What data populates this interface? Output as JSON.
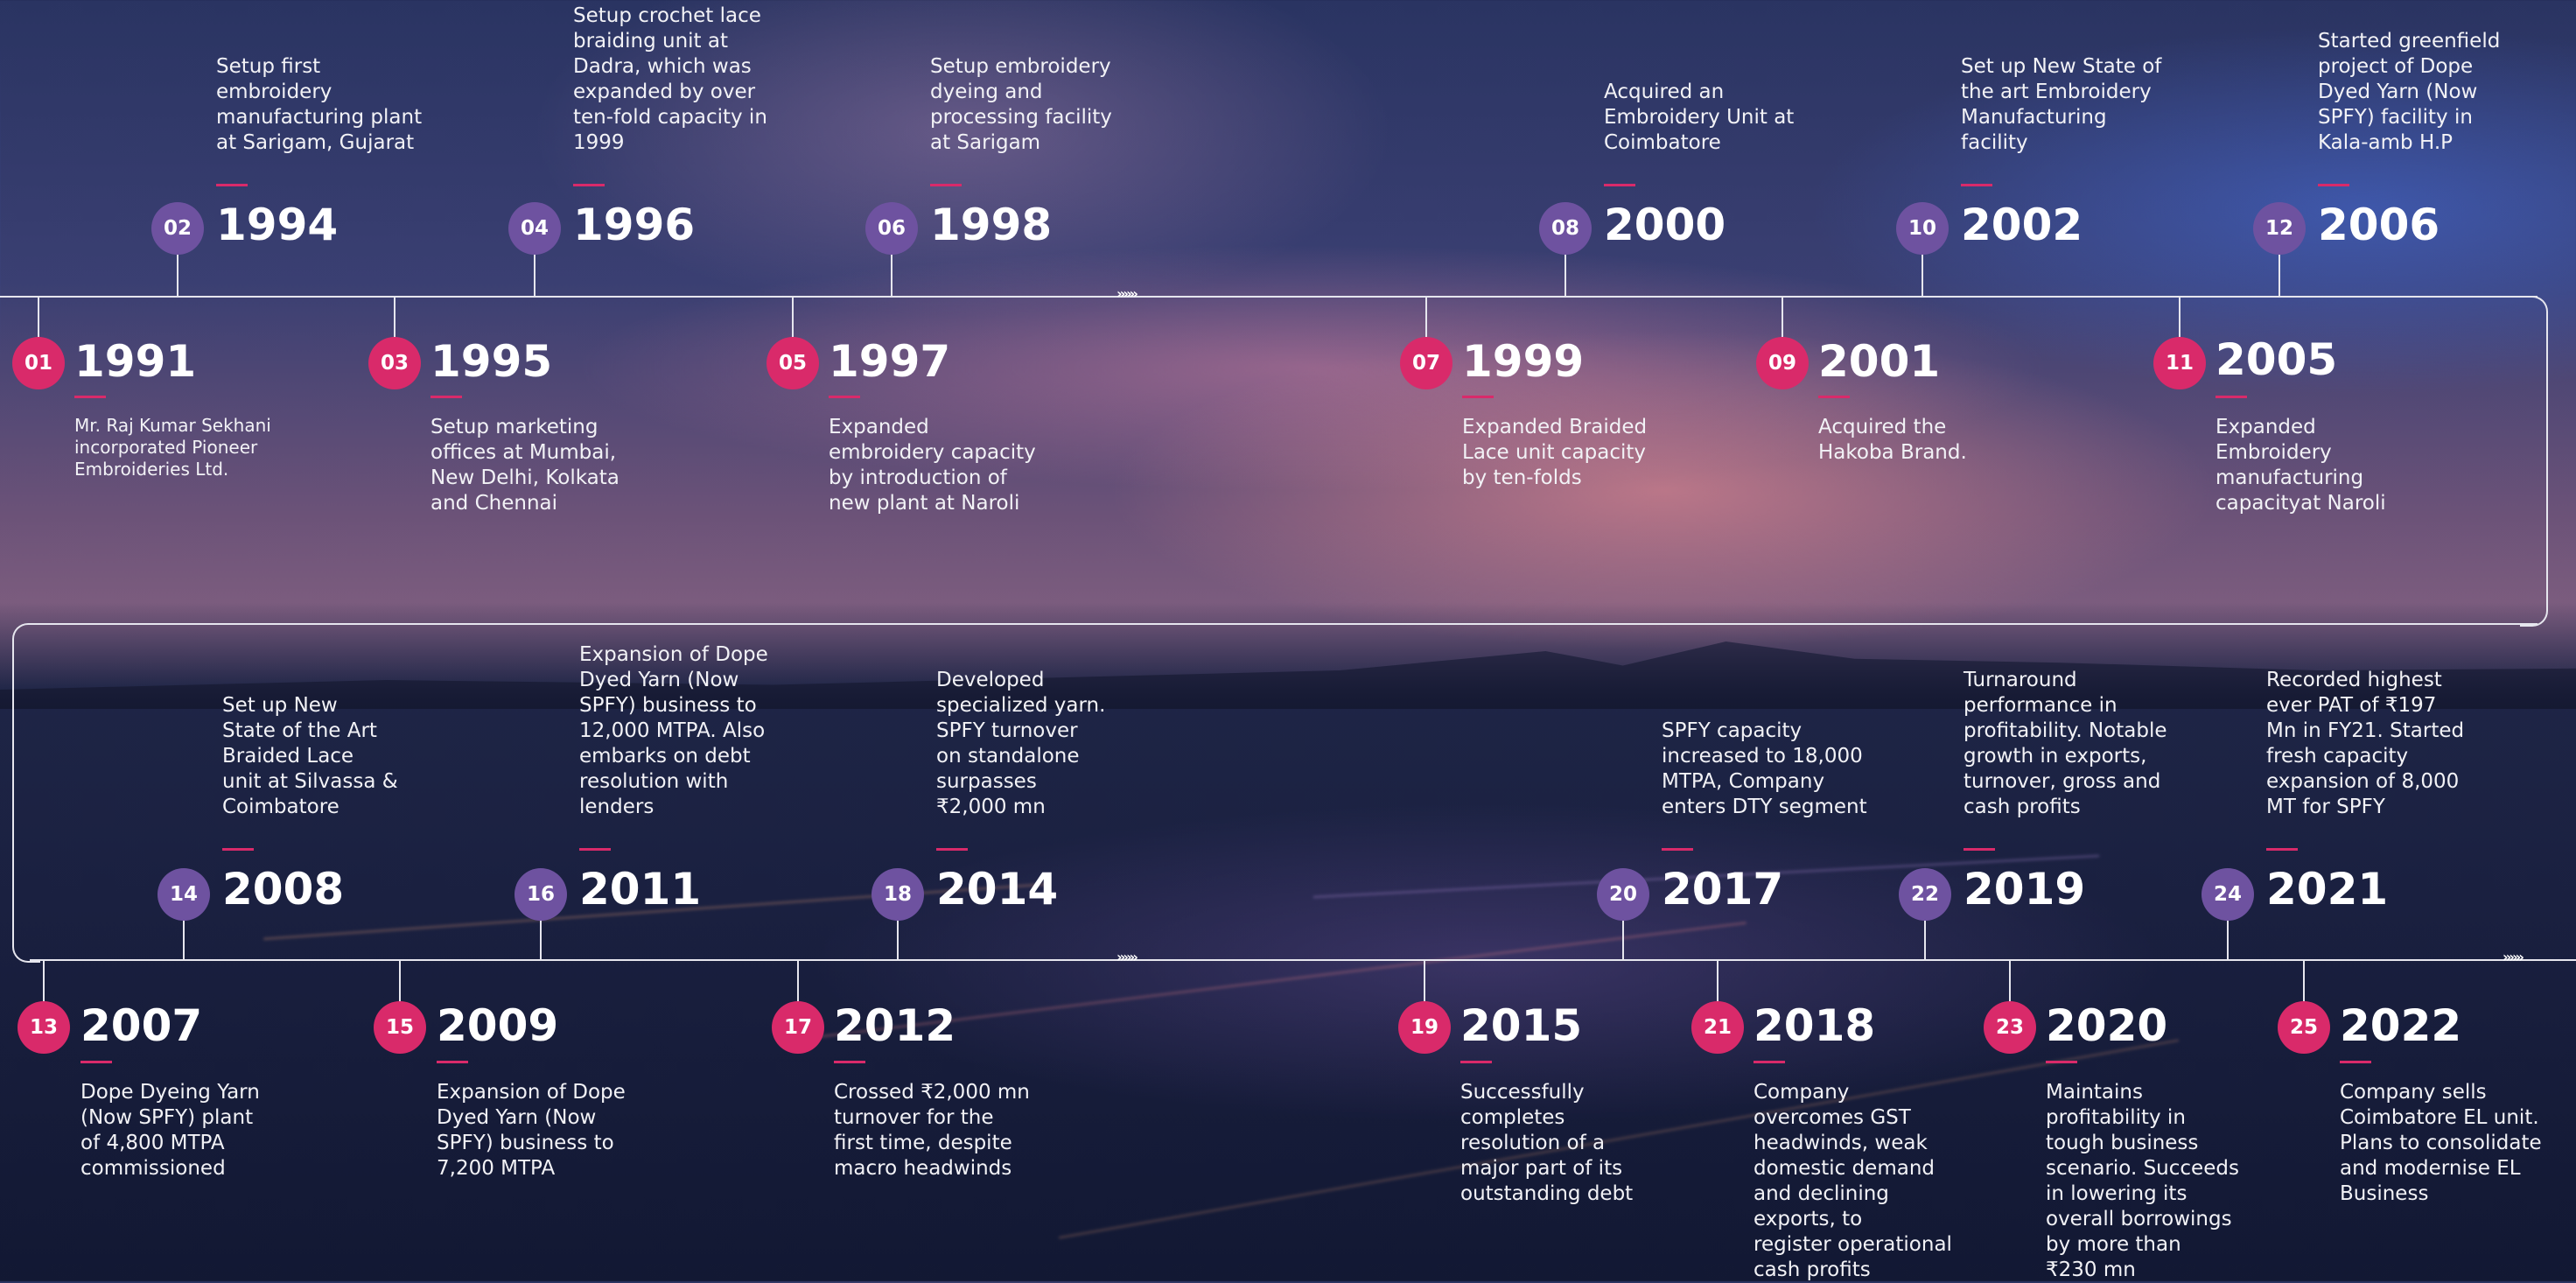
{
  "timeline": {
    "row1_top": [
      {
        "num": "02",
        "year": "1994",
        "desc": "Setup first\nembroidery\nmanufacturing plant\nat  Sarigam, Gujarat"
      },
      {
        "num": "04",
        "year": "1996",
        "desc": "Setup crochet lace\nbraiding unit at\nDadra, which was\nexpanded by over\nten-fold capacity in\n1999"
      },
      {
        "num": "06",
        "year": "1998",
        "desc": "Setup embroidery\ndyeing and\nprocessing  facility\nat Sarigam"
      },
      {
        "num": "08",
        "year": "2000",
        "desc": "Acquired an\nEmbroidery Unit at\nCoimbatore"
      },
      {
        "num": "10",
        "year": "2002",
        "desc": "Set up New State of\nthe art Embroidery\nManufacturing\nfacility"
      },
      {
        "num": "12",
        "year": "2006",
        "desc": "Started greenfield\nproject of Dope\nDyed Yarn (Now\nSPFY) facility  in\nKala-amb H.P"
      }
    ],
    "row1_bottom": [
      {
        "num": "01",
        "year": "1991",
        "desc": "Mr. Raj Kumar Sekhani\nincorporated Pioneer\nEmbroideries Ltd."
      },
      {
        "num": "03",
        "year": "1995",
        "desc": "Setup marketing\noffices at Mumbai,\nNew Delhi, Kolkata\nand Chennai"
      },
      {
        "num": "05",
        "year": "1997",
        "desc": "Expanded\nembroidery capacity\nby introduction of\nnew plant at Naroli"
      },
      {
        "num": "07",
        "year": "1999",
        "desc": "Expanded Braided\nLace unit capacity\nby ten-folds"
      },
      {
        "num": "09",
        "year": "2001",
        "desc": "Acquired the\nHakoba Brand."
      },
      {
        "num": "11",
        "year": "2005",
        "desc": "Expanded\nEmbroidery\nmanufacturing\ncapacityat Naroli"
      }
    ],
    "row2_top": [
      {
        "num": "14",
        "year": "2008",
        "desc": "Set up New\nState of  the Art\nBraided Lace\nunit at Silvassa &\nCoimbatore"
      },
      {
        "num": "16",
        "year": "2011",
        "desc": "Expansion of Dope\nDyed Yarn (Now\nSPFY) business  to\n12,000 MTPA. Also\nembarks on debt\nresolution with\nlenders"
      },
      {
        "num": "18",
        "year": "2014",
        "desc": "Developed\nspecialized yarn.\nSPFY turnover\non standalone\nsurpasses\n₹2,000 mn"
      },
      {
        "num": "20",
        "year": "2017",
        "desc": "SPFY capacity\nincreased to 18,000\nMTPA, Company\nenters DTY segment"
      },
      {
        "num": "22",
        "year": "2019",
        "desc": "Turnaround\nperformance in\nprofitability. Notable\ngrowth in exports,\nturnover, gross and\ncash profits"
      },
      {
        "num": "24",
        "year": "2021",
        "desc": "Recorded highest\never PAT of ₹197\nMn in FY21. Started\nfresh capacity\nexpansion of 8,000\nMT for SPFY"
      }
    ],
    "row2_bottom": [
      {
        "num": "13",
        "year": "2007",
        "desc": "Dope Dyeing Yarn\n(Now SPFY) plant\nof 4,800 MTPA\ncommissioned"
      },
      {
        "num": "15",
        "year": "2009",
        "desc": "Expansion of Dope\nDyed Yarn (Now\nSPFY) business  to\n7,200 MTPA"
      },
      {
        "num": "17",
        "year": "2012",
        "desc": "Crossed ₹2,000 mn\nturnover for the\nfirst time, despite\nmacro headwinds"
      },
      {
        "num": "19",
        "year": "2015",
        "desc": "Successfully\ncompletes\nresolution  of a\nmajor part of its\noutstanding debt"
      },
      {
        "num": "21",
        "year": "2018",
        "desc": "Company\novercomes GST\nheadwinds, weak\ndomestic demand\nand declining\nexports, to\nregister operational\ncash profits"
      },
      {
        "num": "23",
        "year": "2020",
        "desc": "Maintains\nprofitability in\ntough business\nscenario. Succeeds\nin lowering its\noverall borrowings\nby more than\n₹230 mn"
      },
      {
        "num": "25",
        "year": "2022",
        "desc": "Company sells\nCoimbatore EL unit.\nPlans to consolidate\nand modernise EL\nBusiness"
      }
    ]
  },
  "arrow_glyph": "»»»",
  "colors": {
    "pink": "#d92a6a",
    "purple": "#6e52a0",
    "line": "#e6e6ee"
  }
}
